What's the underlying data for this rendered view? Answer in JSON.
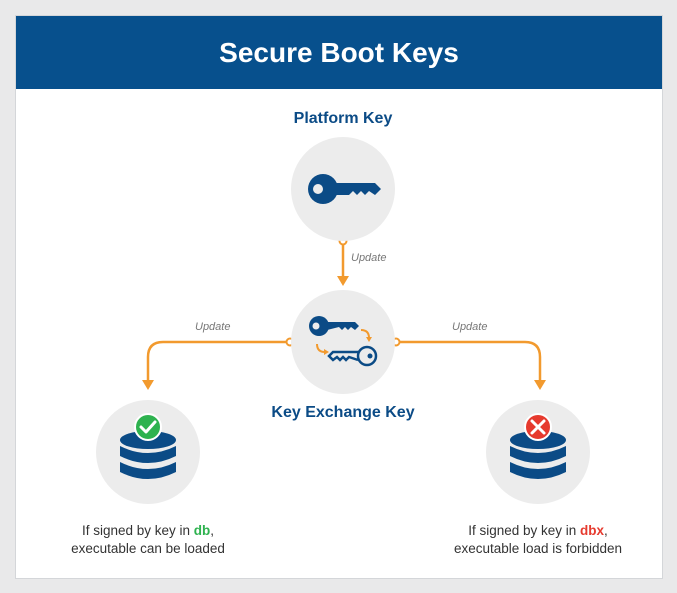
{
  "header": {
    "title": "Secure Boot Keys"
  },
  "nodes": {
    "platform_key": {
      "label": "Platform Key"
    },
    "key_exchange_key": {
      "label": "Key Exchange Key"
    }
  },
  "edges": {
    "pk_to_kek": {
      "label": "Update"
    },
    "kek_to_db": {
      "label": "Update"
    },
    "kek_to_dbx": {
      "label": "Update"
    }
  },
  "outcomes": {
    "db": {
      "line1_prefix": "If signed by key in ",
      "line1_key": "db",
      "line1_suffix": ",",
      "line2": "executable can be loaded",
      "status_icon": "check-icon"
    },
    "dbx": {
      "line1_prefix": "If signed by key in ",
      "line1_key": "dbx",
      "line1_suffix": ",",
      "line2": "executable load is forbidden",
      "status_icon": "cross-icon"
    }
  },
  "colors": {
    "banner": "#07508d",
    "node_title": "#0b4b86",
    "arrow": "#f29a2e",
    "icon": "#0b4b86",
    "allowed": "#2eb24f",
    "forbidden": "#e63a2e"
  }
}
